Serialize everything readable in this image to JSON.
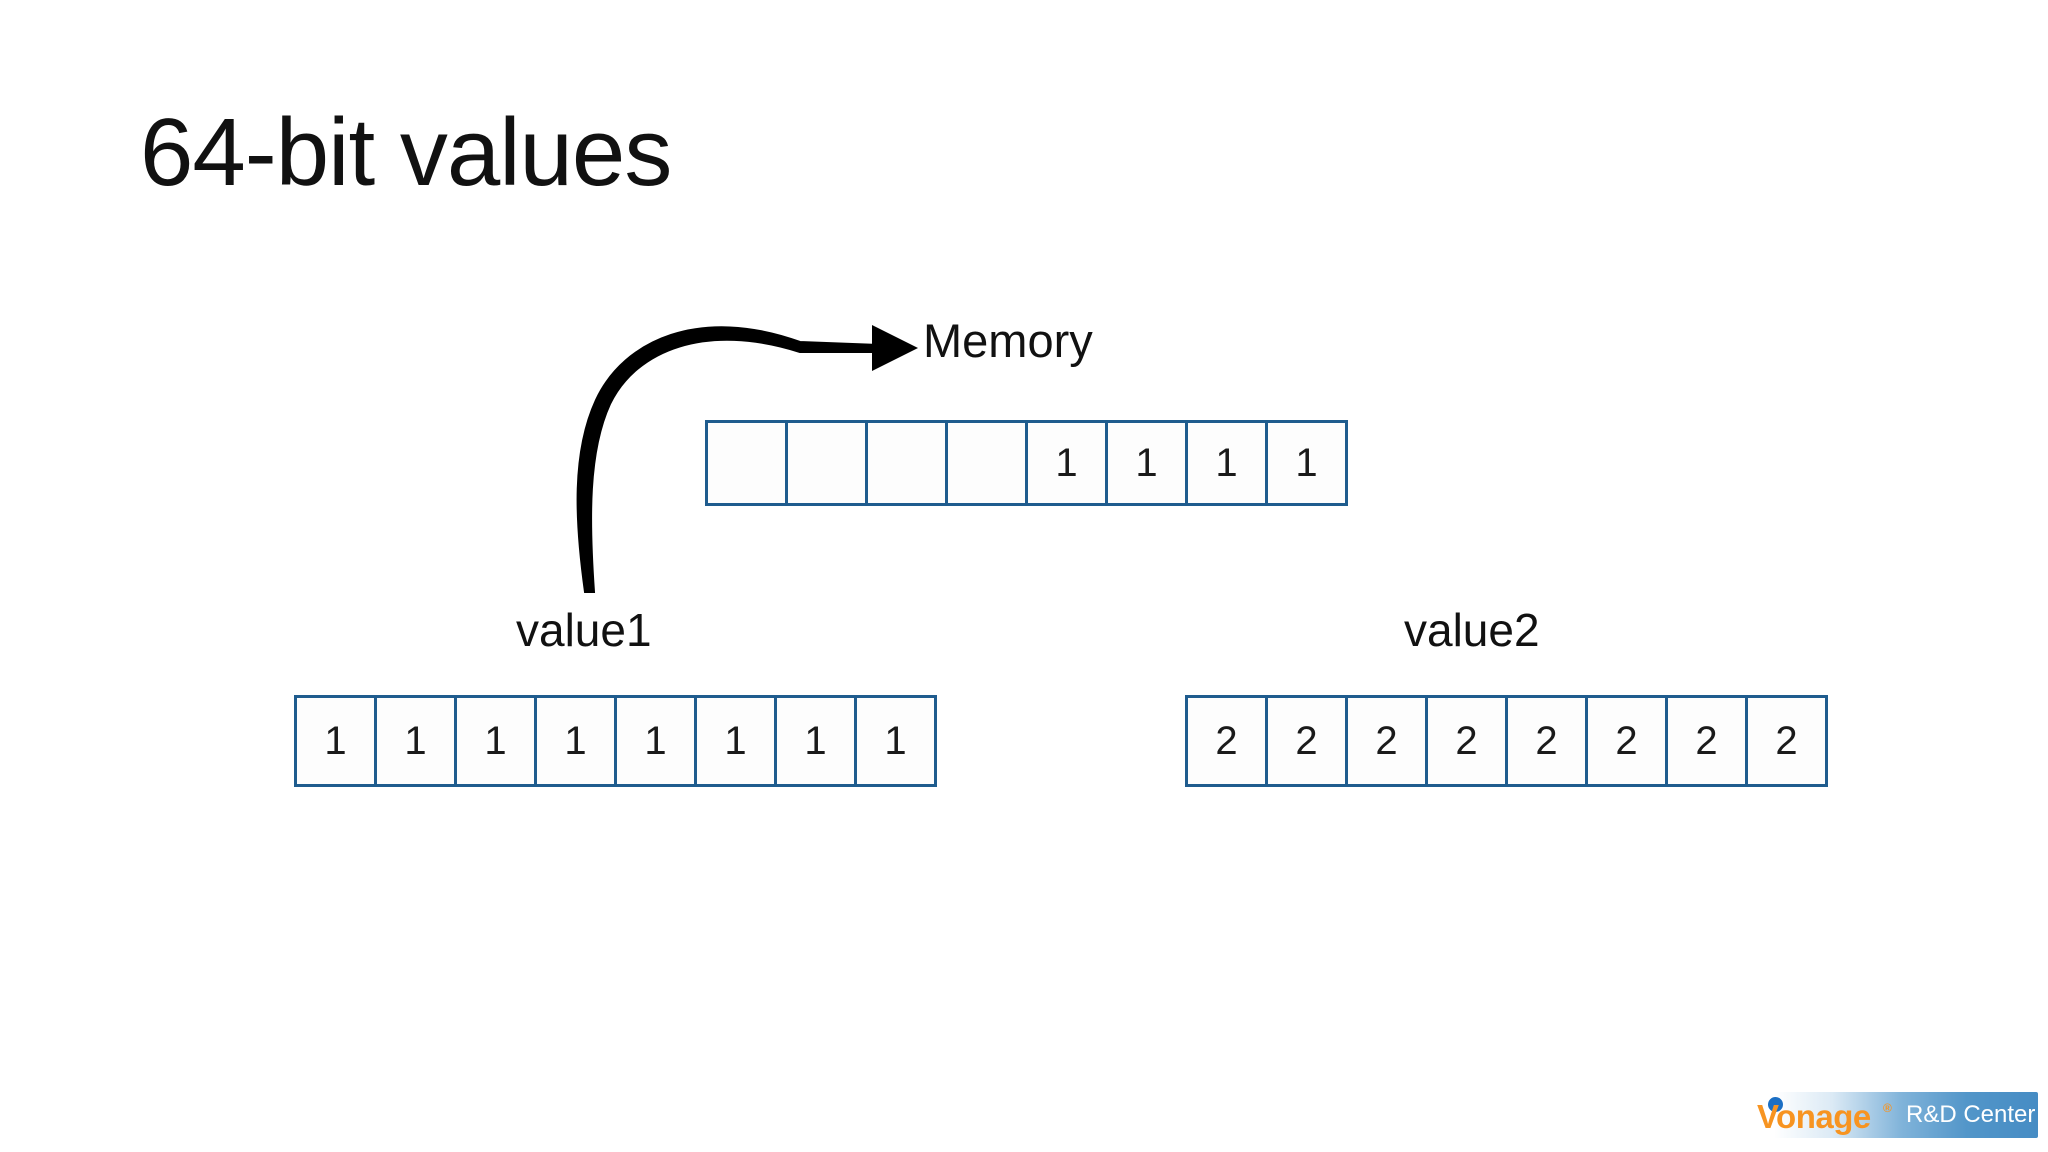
{
  "slide": {
    "title": "64-bit values",
    "background_color": "#ffffff"
  },
  "diagram": {
    "cell_border_color": "#1F5C8E",
    "memory": {
      "label": "Memory",
      "arrow": {
        "name": "curved-arrow",
        "from_label": "value1",
        "to_label": "Memory",
        "color": "#000000"
      },
      "cells": [
        "",
        "",
        "",
        "",
        "1",
        "1",
        "1",
        "1"
      ]
    },
    "value1": {
      "label": "value1",
      "cells": [
        "1",
        "1",
        "1",
        "1",
        "1",
        "1",
        "1",
        "1"
      ]
    },
    "value2": {
      "label": "value2",
      "cells": [
        "2",
        "2",
        "2",
        "2",
        "2",
        "2",
        "2",
        "2"
      ]
    }
  },
  "logo": {
    "wordmark": "Vonage",
    "trademark": "®",
    "tagline": "R&D Center",
    "wordmark_color": "#F79421",
    "dot_color": "#1B6FC4",
    "band_color": "#468CC4"
  }
}
